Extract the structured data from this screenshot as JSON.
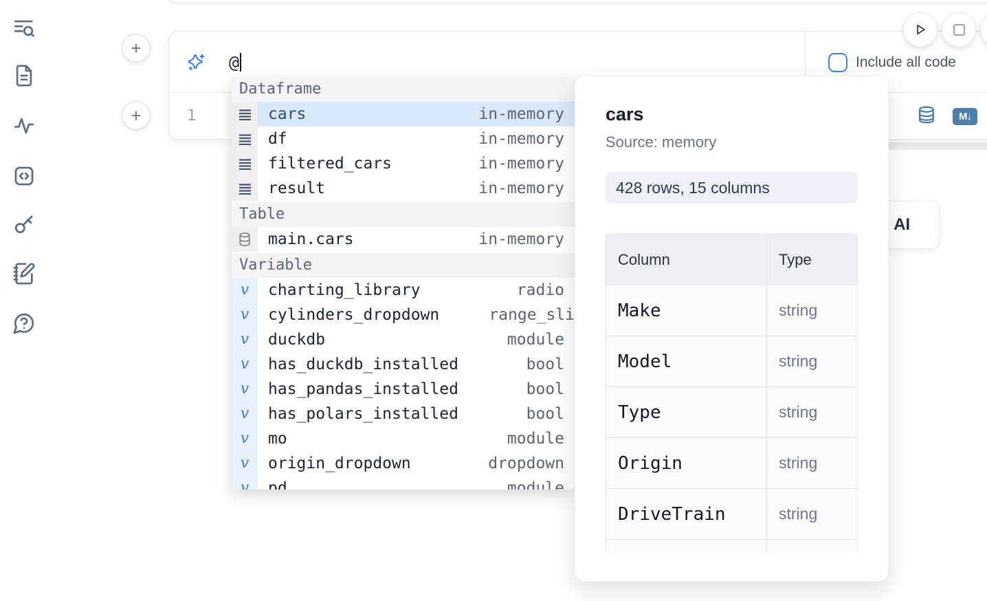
{
  "sidebar": {
    "items": [
      {
        "icon": "toc-search-icon"
      },
      {
        "icon": "file-document-icon"
      },
      {
        "icon": "activity-icon"
      },
      {
        "icon": "code-snippets-icon"
      },
      {
        "icon": "key-icon"
      },
      {
        "icon": "scratchpad-icon"
      },
      {
        "icon": "help-chat-icon"
      }
    ]
  },
  "toolbar": {
    "run_button_icon": "play-icon",
    "stop_button_icon": "stop-icon"
  },
  "cell": {
    "add_cell_button": "+",
    "ai_prompt": {
      "icon": "sparkles-icon",
      "value": "@"
    },
    "include_all_code": {
      "label": "Include all code",
      "checked": false
    },
    "code_line_number": "1",
    "actions": {
      "datasource_icon": "database-icon",
      "markdown_icon": "markdown-convert-icon"
    }
  },
  "ai_card": {
    "visible_label": "l AI"
  },
  "autocomplete": {
    "sections": [
      {
        "label": "Dataframe",
        "icon": "rows",
        "items": [
          {
            "name": "cars",
            "type": "in-memory",
            "selected": true
          },
          {
            "name": "df",
            "type": "in-memory"
          },
          {
            "name": "filtered_cars",
            "type": "in-memory"
          },
          {
            "name": "result",
            "type": "in-memory"
          }
        ]
      },
      {
        "label": "Table",
        "icon": "database",
        "items": [
          {
            "name": "main.cars",
            "type": "in-memory"
          }
        ]
      },
      {
        "label": "Variable",
        "icon": "variable",
        "items": [
          {
            "name": "charting_library",
            "type": "radio"
          },
          {
            "name": "cylinders_dropdown",
            "type": "range_sli",
            "clipped": true
          },
          {
            "name": "duckdb",
            "type": "module"
          },
          {
            "name": "has_duckdb_installed",
            "type": "bool"
          },
          {
            "name": "has_pandas_installed",
            "type": "bool"
          },
          {
            "name": "has_polars_installed",
            "type": "bool"
          },
          {
            "name": "mo",
            "type": "module"
          },
          {
            "name": "origin_dropdown",
            "type": "dropdown"
          },
          {
            "name": "pd",
            "type": "module"
          }
        ]
      }
    ]
  },
  "popup": {
    "title": "cars",
    "source": "Source: memory",
    "shape": "428 rows, 15 columns",
    "table": {
      "headers": [
        "Column",
        "Type"
      ],
      "rows": [
        {
          "column": "Make",
          "type": "string"
        },
        {
          "column": "Model",
          "type": "string"
        },
        {
          "column": "Type",
          "type": "string"
        },
        {
          "column": "Origin",
          "type": "string"
        },
        {
          "column": "DriveTrain",
          "type": "string"
        }
      ]
    }
  },
  "colors": {
    "accent_blue": "#3b82f6",
    "steel_blue": "#4a7fae",
    "selection_blue": "#d9e9fb",
    "slate_icon": "#5b6b84"
  }
}
